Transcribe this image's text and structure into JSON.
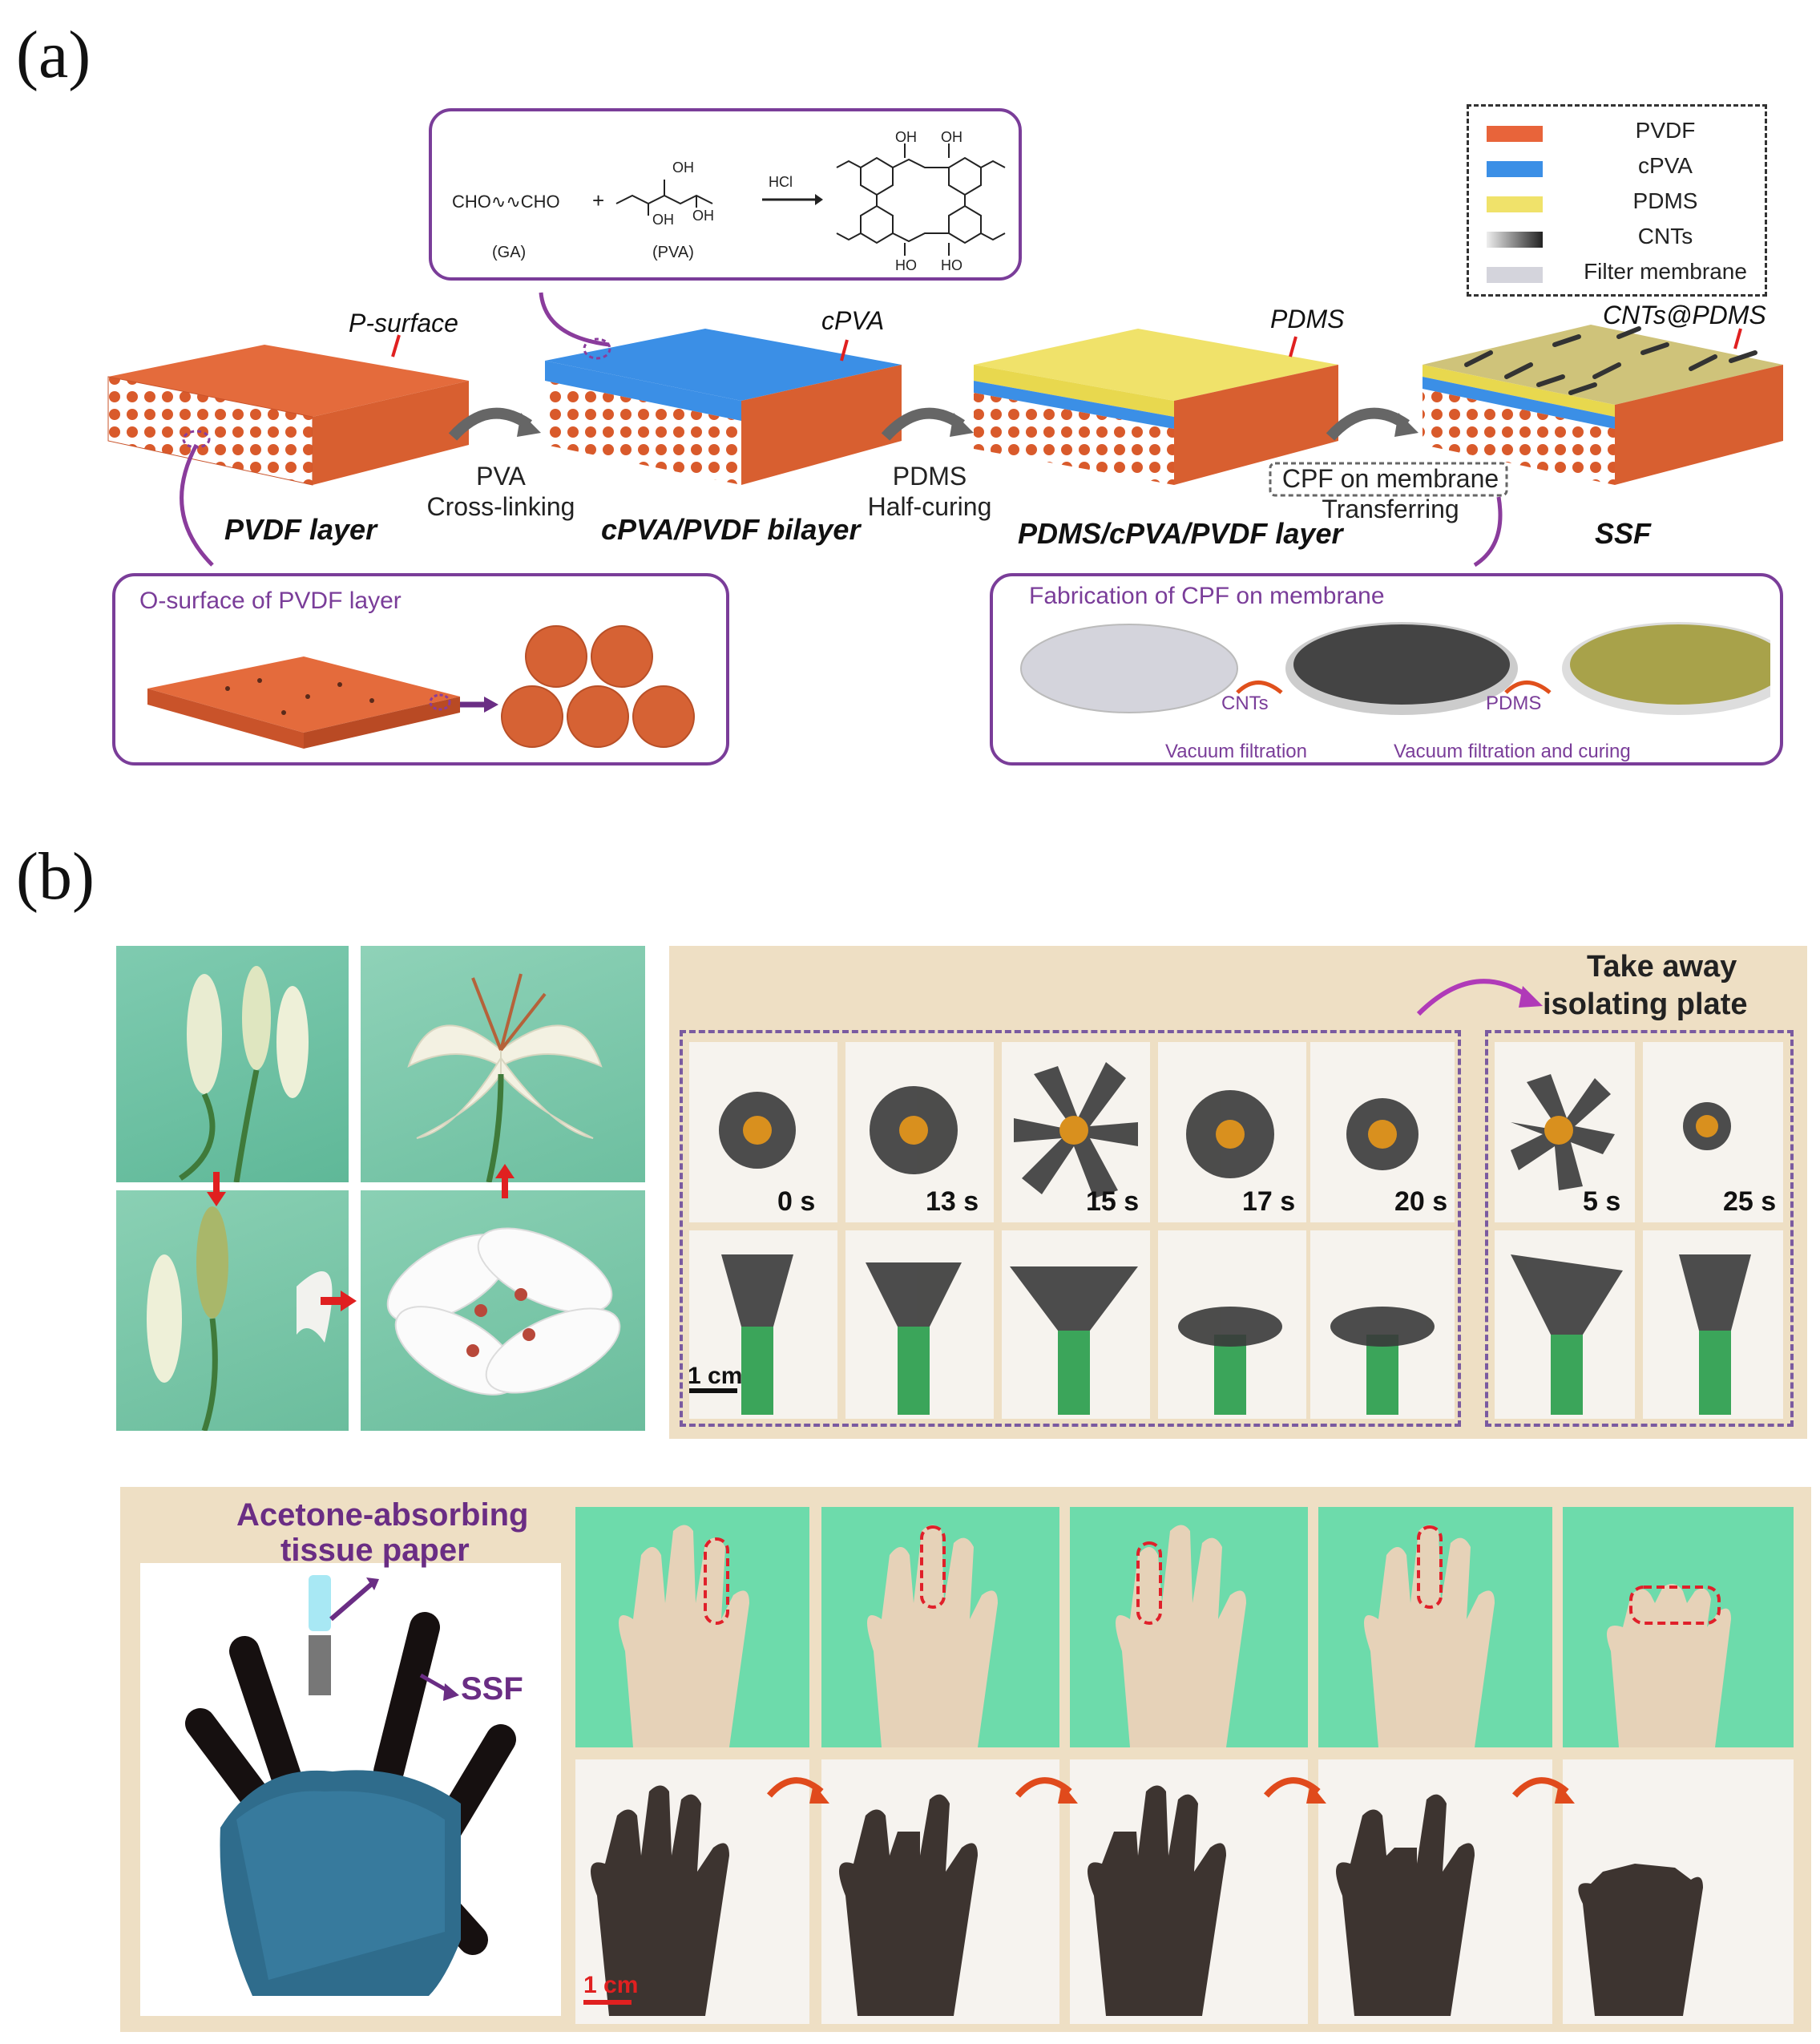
{
  "panels": {
    "a": "(a)",
    "b": "(b)"
  },
  "reaction": {
    "ga_formula": "CHO∿∿CHO",
    "plus": "+",
    "catalyst": "HCl",
    "ga_label": "(GA)",
    "pva_label": "(PVA)",
    "oh": "OH",
    "ho": "HO"
  },
  "legend": [
    {
      "label": "PVDF",
      "color": "#e8643a"
    },
    {
      "label": "cPVA",
      "color": "#3b8fe6"
    },
    {
      "label": "PDMS",
      "color": "#f0e26a"
    },
    {
      "label": "CNTs",
      "color": "#222222"
    },
    {
      "label": "Filter membrane",
      "color": "#d4d4dc"
    }
  ],
  "layers": {
    "pvdf_surface": "P-surface",
    "pvdf_name": "PVDF layer",
    "cpva_surface": "cPVA",
    "cpva_name": "cPVA/PVDF bilayer",
    "pdms_surface": "PDMS",
    "pdms_name": "PDMS/cPVA/PVDF layer",
    "ssf_surface": "CNTs@PDMS",
    "ssf_name": "SSF"
  },
  "processes": {
    "p1_line1": "PVA",
    "p1_line2": "Cross-linking",
    "p2_line1": "PDMS",
    "p2_line2": "Half-curing",
    "p3_line1": "CPF on membrane",
    "p3_line2": "Transferring"
  },
  "osurface": {
    "title": "O-surface of PVDF layer"
  },
  "cpf": {
    "title": "Fabrication of CPF on membrane",
    "cnts": "CNTs",
    "vacuum1": "Vacuum filtration",
    "pdms": "PDMS",
    "vacuum2": "Vacuum filtration and curing"
  },
  "flower": {
    "take_away_line1": "Take away",
    "take_away_line2": "isolating plate",
    "times": [
      "0 s",
      "13 s",
      "15 s",
      "17 s",
      "20 s",
      "5 s",
      "25 s"
    ],
    "scale": "1 cm"
  },
  "hand": {
    "acetone_line1": "Acetone-absorbing",
    "acetone_line2": "tissue paper",
    "ssf": "SSF",
    "scale": "1 cm"
  }
}
